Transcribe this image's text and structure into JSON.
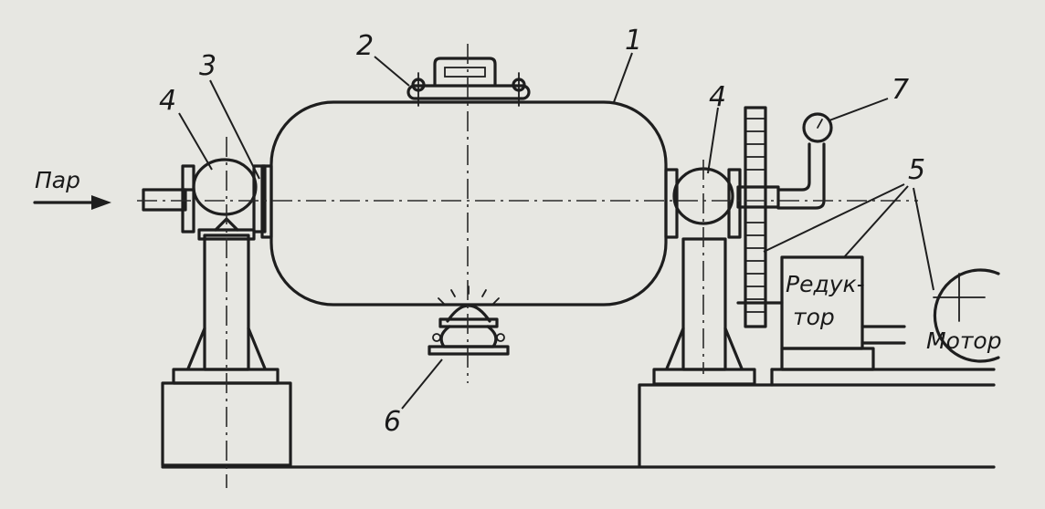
{
  "labels": {
    "drum": "1",
    "hatch": "2",
    "flange": "3",
    "bearing_left": "4",
    "bearing_right": "4",
    "gear_drive": "5",
    "valve": "6",
    "gauge": "7",
    "steam": "Пар",
    "reducer_line1": "Редук-",
    "reducer_line2": "тор",
    "motor": "Мотор"
  }
}
